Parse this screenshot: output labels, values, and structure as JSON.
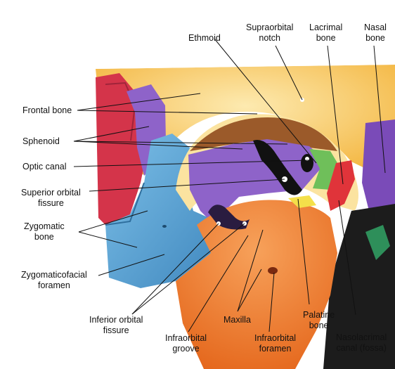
{
  "labels": {
    "ethmoid": "Ethmoid",
    "supraorbital_notch": [
      "Supraorbital",
      "notch"
    ],
    "lacrimal_bone": [
      "Lacrimal",
      "bone"
    ],
    "nasal_bone": [
      "Nasal",
      "bone"
    ],
    "frontal_bone": "Frontal bone",
    "sphenoid": "Sphenoid",
    "optic_canal": "Optic canal",
    "superior_orbital_fissure": [
      "Superior orbital",
      "fissure"
    ],
    "zygomatic_bone": [
      "Zygomatic",
      "bone"
    ],
    "zygomaticofacial_foramen": [
      "Zygomaticofacial",
      "foramen"
    ],
    "inferior_orbital_fissure": [
      "Inferior orbital",
      "fissure"
    ],
    "infraorbital_groove": [
      "Infraorbital",
      "groove"
    ],
    "maxilla": "Maxilla",
    "infraorbital_foramen": [
      "Infraorbital",
      "foramen"
    ],
    "palatine_bone": [
      "Palatine",
      "bone"
    ],
    "nasolacrimal_canal": [
      "Nasolacrimal",
      "canal (fossa)"
    ]
  },
  "colors": {
    "frontal": "#f6c54a",
    "frontal_light": "#fce7a6",
    "sphenoid": "#8e63c9",
    "zygomatic": "#5aa6d6",
    "zygomatic_dark": "#2f6f9e",
    "temporal_red": "#d4344a",
    "maxilla": "#f07a2a",
    "ethmoid_green": "#6fbf5a",
    "lacrimal_red": "#e0343a",
    "palatine_yellow": "#f4e04a",
    "orbit_roof": "#9b5a2a",
    "fissure_black": "#111111",
    "nasal_purple": "#7a4bb8"
  }
}
